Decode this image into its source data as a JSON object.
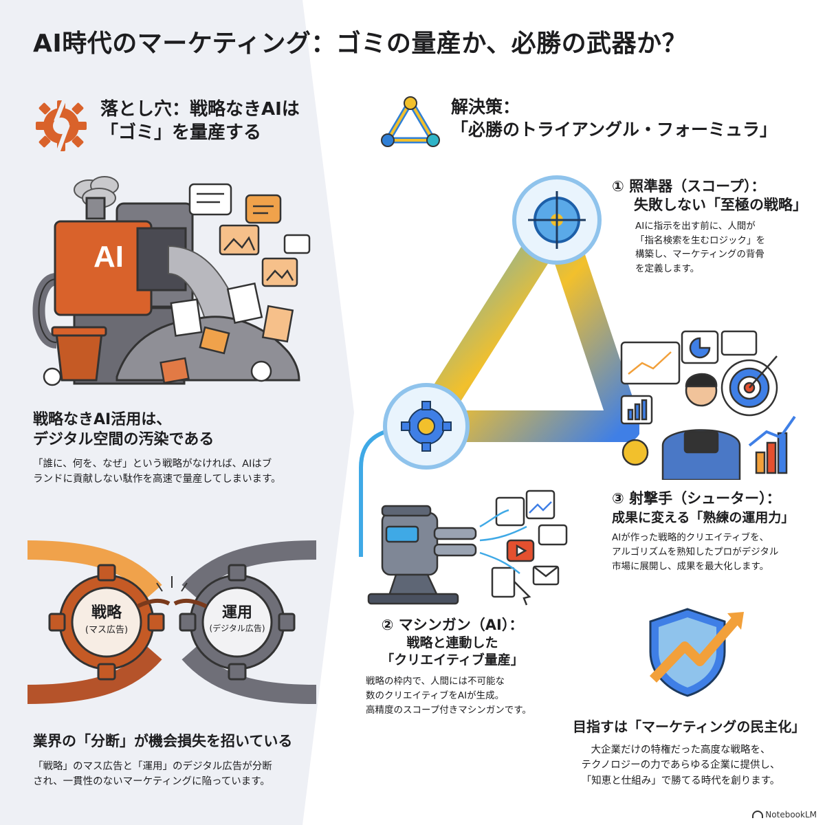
{
  "title": "AI時代のマーケティング：ゴミの量産か、必勝の武器か？",
  "pitfall": {
    "heading_line1": "落とし穴：戦略なきAIは",
    "heading_line2": "「ゴミ」を量産する",
    "machine_label": "AI",
    "subheading_line1": "戦略なきAI活用は、",
    "subheading_line2": "デジタル空間の汚染である",
    "body_line1": "「誰に、何を、なぜ」という戦略がなければ、AIはブ",
    "body_line2": "ランドに貢献しない駄作を高速で量産してしまいます。"
  },
  "divide": {
    "gear_left_title": "戦略",
    "gear_left_sub": "(マス広告)",
    "gear_right_title": "運用",
    "gear_right_sub": "(デジタル広告)",
    "heading": "業界の「分断」が機会損失を招いている",
    "body_line1": "「戦略」のマス広告と「運用」のデジタル広告が分断",
    "body_line2": "され、一貫性のないマーケティングに陥っています。"
  },
  "solution": {
    "heading_line1": "解決策：",
    "heading_line2": "「必勝のトライアングル・フォーミュラ」"
  },
  "scope": {
    "heading_line1": "① 照準器（スコープ）：",
    "heading_line2": "失敗しない「至極の戦略」",
    "body_line1": "AIに指示を出す前に、人間が",
    "body_line2": "「指名検索を生むロジック」を",
    "body_line3": "構築し、マーケティングの背骨",
    "body_line4": "を定義します。"
  },
  "shooter": {
    "heading_line1": "③ 射撃手（シューター）：",
    "heading_line2": "成果に変える「熟練の運用力」",
    "body_line1": "AIが作った戦略的クリエイティブを、",
    "body_line2": "アルゴリズムを熟知したプロがデジタル",
    "body_line3": "市場に展開し、成果を最大化します。"
  },
  "machinegun": {
    "heading_line1": "② マシンガン（AI）：",
    "heading_line2": "戦略と連動した",
    "heading_line3": "「クリエイティブ量産」",
    "body_line1": "戦略の枠内で、人間には不可能な",
    "body_line2": "数のクリエイティブをAIが生成。",
    "body_line3": "高精度のスコープ付きマシンガンです。"
  },
  "democratize": {
    "heading": "目指すは「マーケティングの民主化」",
    "body_line1": "大企業だけの特権だった高度な戦略を、",
    "body_line2": "テクノロジーの力であらゆる企業に提供し、",
    "body_line3": "「知恵と仕組み」で勝てる時代を創ります。"
  },
  "footer": {
    "brand": "NotebookLM"
  },
  "icons": {
    "pitfall": "broken-gear-icon",
    "solution": "triangle-icon",
    "scope": "crosshair-icon",
    "machinegun": "gear-crosshair-icon",
    "democratize": "shield-arrow-icon",
    "brand": "notebooklm-logo-icon"
  },
  "colors": {
    "accent_orange": "#d9622b",
    "accent_blue": "#2f7fd6",
    "left_panel": "#eef0f5",
    "text": "#1d1d1f"
  }
}
